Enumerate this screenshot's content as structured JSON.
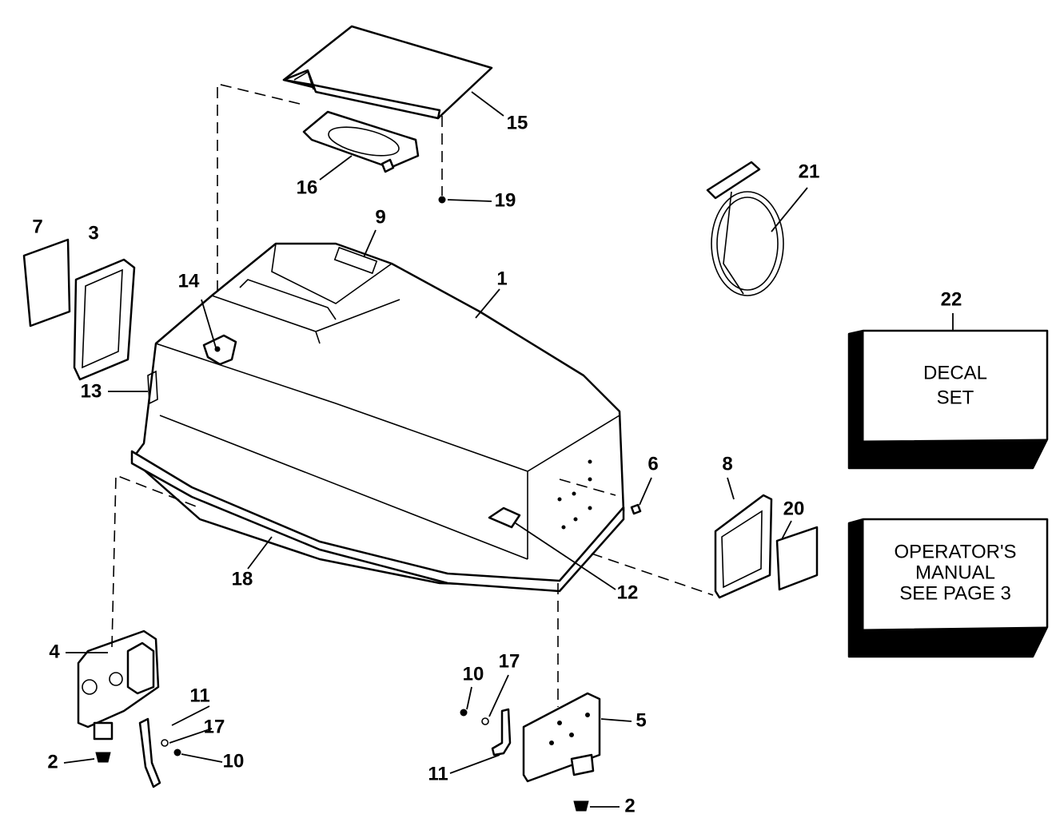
{
  "labels": {
    "p1": "1",
    "p2a": "2",
    "p2b": "2",
    "p3": "3",
    "p4": "4",
    "p5": "5",
    "p6": "6",
    "p7": "7",
    "p8": "8",
    "p9": "9",
    "p10a": "10",
    "p10b": "10",
    "p11a": "11",
    "p11b": "11",
    "p12": "12",
    "p13": "13",
    "p14": "14",
    "p15": "15",
    "p16": "16",
    "p17a": "17",
    "p17b": "17",
    "p18": "18",
    "p19": "19",
    "p20": "20",
    "p21": "21",
    "p22": "22"
  },
  "decal_box": {
    "line1": "DECAL",
    "line2": "SET"
  },
  "manual_box": {
    "line1": "OPERATOR'S",
    "line2": "MANUAL",
    "line3": "SEE PAGE 3"
  }
}
